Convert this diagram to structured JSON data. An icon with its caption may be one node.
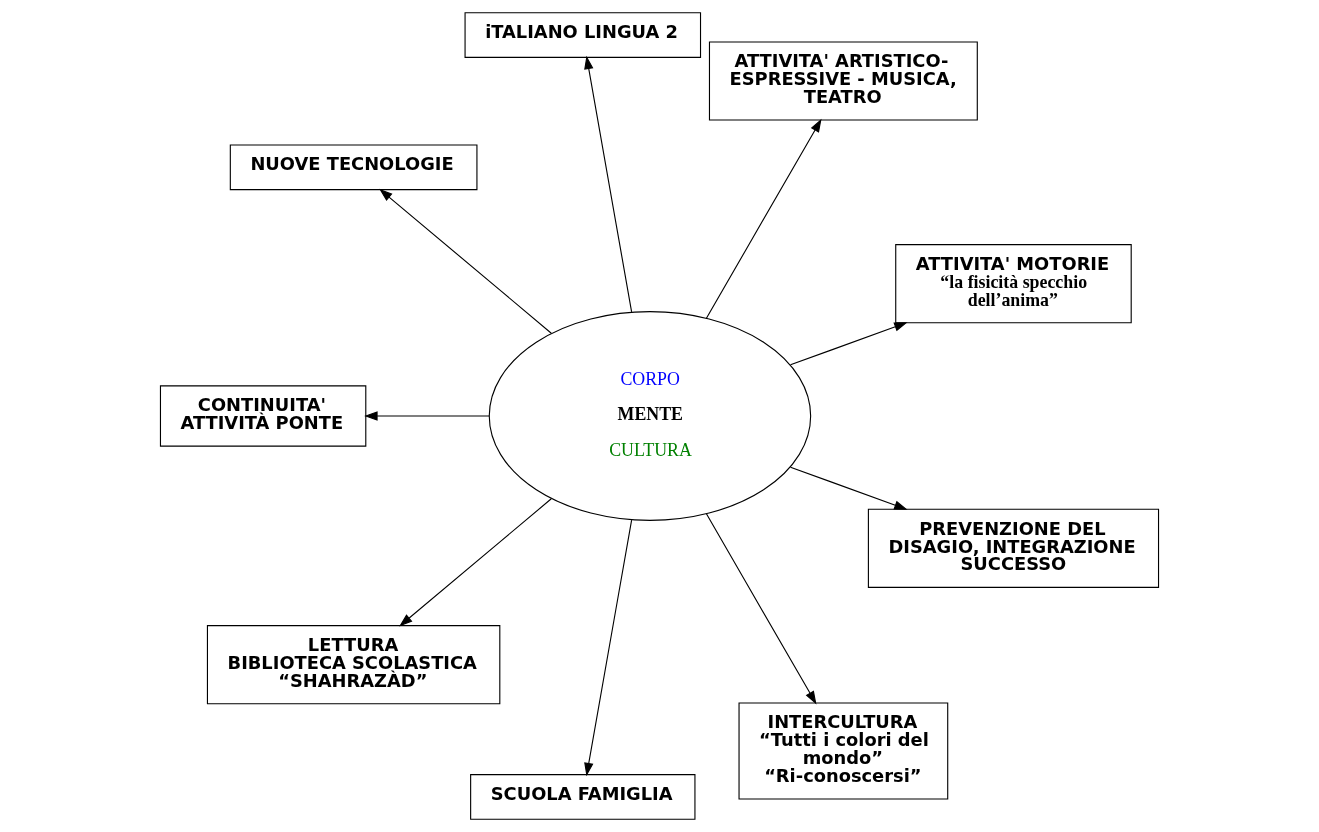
{
  "diagram": {
    "nodes": [
      {
        "text": [
          "CORPO",
          "MENTE",
          "CULTURA"
        ]
      },
      {
        "text": [
          "ATTIVITA' MOTORIE",
          "“la fisicità specchio dell’anima”"
        ]
      },
      {
        "text": [
          "ATTIVITA' ARTISTICO-ESPRESSIVE - MUSICA, TEATRO"
        ]
      },
      {
        "text": [
          "iTALIANO LINGUA 2"
        ]
      },
      {
        "text": [
          "NUOVE TECNOLOGIE"
        ]
      },
      {
        "text": [
          "CONTINUITA'",
          "ATTIVITÀ PONTE"
        ]
      },
      {
        "text": [
          "LETTURA",
          "BIBLIOTECA SCOLASTICA “SHAHRAZÀD”"
        ]
      },
      {
        "text": [
          "SCUOLA FAMIGLIA"
        ]
      },
      {
        "text": [
          "INTERCULTURA",
          "“Tutti i colori del mondo”",
          "“Ri-conoscersi”"
        ]
      },
      {
        "text": [
          "PREVENZIONE DEL DISAGIO, INTEGRAZIONE SUCCESSO"
        ]
      }
    ],
    "edges": [
      {
        "from": 0,
        "to": 1,
        "arrow": "to"
      },
      {
        "from": 0,
        "to": 2,
        "arrow": "to"
      },
      {
        "from": 0,
        "to": 3,
        "arrow": "to"
      },
      {
        "from": 0,
        "to": 4,
        "arrow": "to"
      },
      {
        "from": 0,
        "to": 5,
        "arrow": "to"
      },
      {
        "from": 0,
        "to": 6,
        "arrow": "to"
      },
      {
        "from": 0,
        "to": 7,
        "arrow": "to"
      },
      {
        "from": 0,
        "to": 8,
        "arrow": "to"
      },
      {
        "from": 0,
        "to": 9,
        "arrow": "to"
      }
    ]
  }
}
